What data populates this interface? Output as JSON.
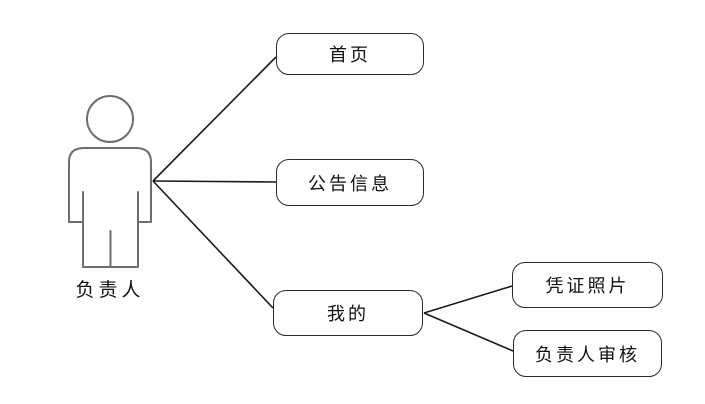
{
  "diagram": {
    "type": "use-case",
    "actor": {
      "label": "负责人"
    },
    "nodes": [
      {
        "id": "home",
        "label": "首页"
      },
      {
        "id": "announcements",
        "label": "公告信息"
      },
      {
        "id": "mine",
        "label": "我的"
      },
      {
        "id": "voucher-photo",
        "label": "凭证照片"
      },
      {
        "id": "manager-review",
        "label": "负责人审核"
      }
    ],
    "edges": [
      {
        "from": "actor",
        "to": "home"
      },
      {
        "from": "actor",
        "to": "announcements"
      },
      {
        "from": "actor",
        "to": "mine"
      },
      {
        "from": "mine",
        "to": "voucher-photo"
      },
      {
        "from": "mine",
        "to": "manager-review"
      }
    ],
    "colors": {
      "background": "#ffffff",
      "edge_line": "#1a1a1a",
      "box_border": "#2a2a2a",
      "actor_outline": "#6e6e6e",
      "text": "#111111"
    }
  }
}
